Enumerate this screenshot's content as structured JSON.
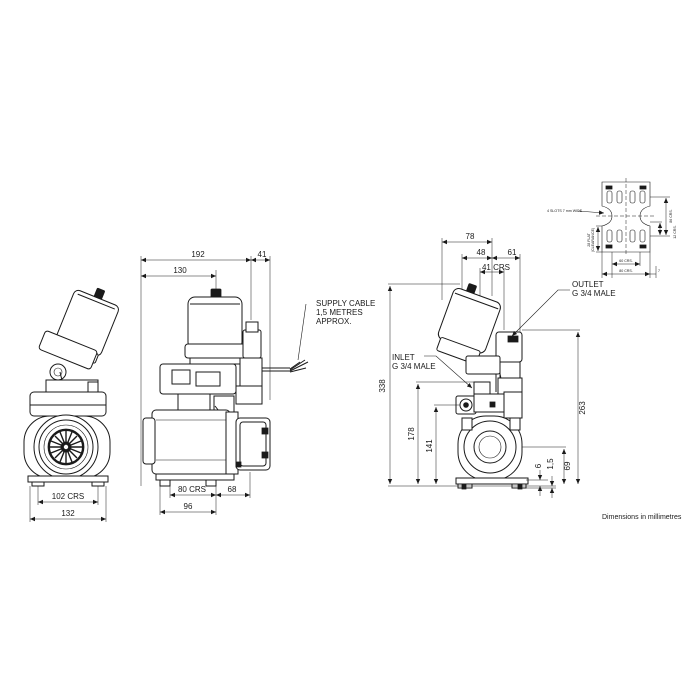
{
  "drawing": {
    "side_view": {
      "dim_102crs": "102 CRS",
      "dim_132": "132"
    },
    "front_view": {
      "dim_192": "192",
      "dim_130": "130",
      "dim_41": "41",
      "cable_note": [
        "SUPPLY CABLE",
        "1,5 METRES",
        "APPROX."
      ],
      "dim_80crs": "80 CRS",
      "dim_68": "68",
      "dim_96": "96"
    },
    "end_view": {
      "dim_78": "78",
      "dim_48": "48",
      "dim_61": "61",
      "dim_41crs": "41 CRS",
      "outlet_note": [
        "OUTLET",
        "G 3/4 MALE"
      ],
      "inlet_note": [
        "INLET",
        "G 3/4 MALE"
      ],
      "dim_338": "338",
      "dim_178": "178",
      "dim_141": "141",
      "dim_263": "263",
      "dim_6": "6",
      "dim_1_5": "1,5",
      "dim_69": "69"
    },
    "base_detail": {
      "slots_note": "4 SLOTS 7 mm WIDE",
      "dim_86crs": "86 CRS.",
      "dim_12crs": "12 CRS.",
      "flat_note": [
        "28 FLAT",
        "(CLEARANCE)"
      ],
      "dim_60crs": "60 CRS.",
      "dim_80crs": "80 CRS.",
      "dim_7": "7"
    },
    "units_note": "Dimensions in millimetres"
  }
}
